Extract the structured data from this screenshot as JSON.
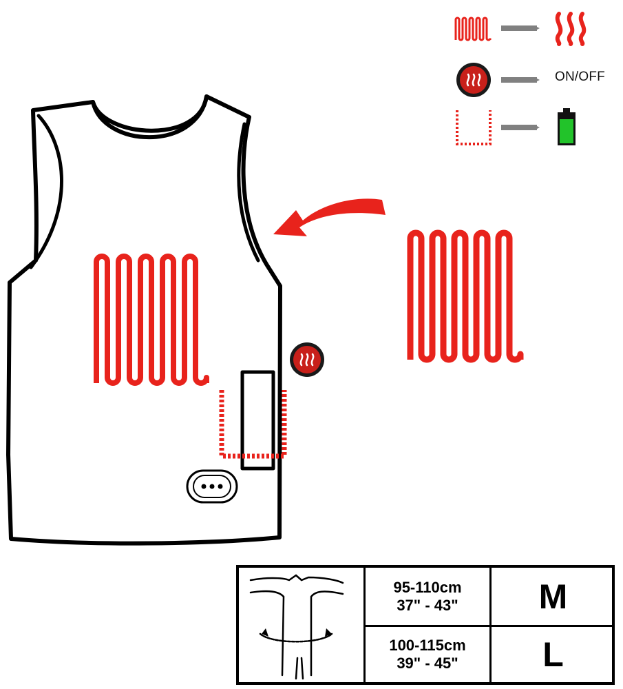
{
  "legend": {
    "items": [
      {
        "symbol": "heating-element-icon",
        "result": "heat-waves-icon"
      },
      {
        "symbol": "power-button-icon",
        "result_label": "ON/OFF"
      },
      {
        "symbol": "battery-pocket-icon",
        "result": "battery-icon"
      }
    ]
  },
  "colors": {
    "heating_red": "#e8231c",
    "arrow_gray": "#808080",
    "battery_green": "#22c32a",
    "outline": "#000000"
  },
  "size_table": {
    "rows": [
      {
        "range_cm": "95-110cm",
        "range_in": "37\" - 43\"",
        "size": "M"
      },
      {
        "range_cm": "100-115cm",
        "range_in": "39\" - 45\"",
        "size": "L"
      }
    ]
  }
}
